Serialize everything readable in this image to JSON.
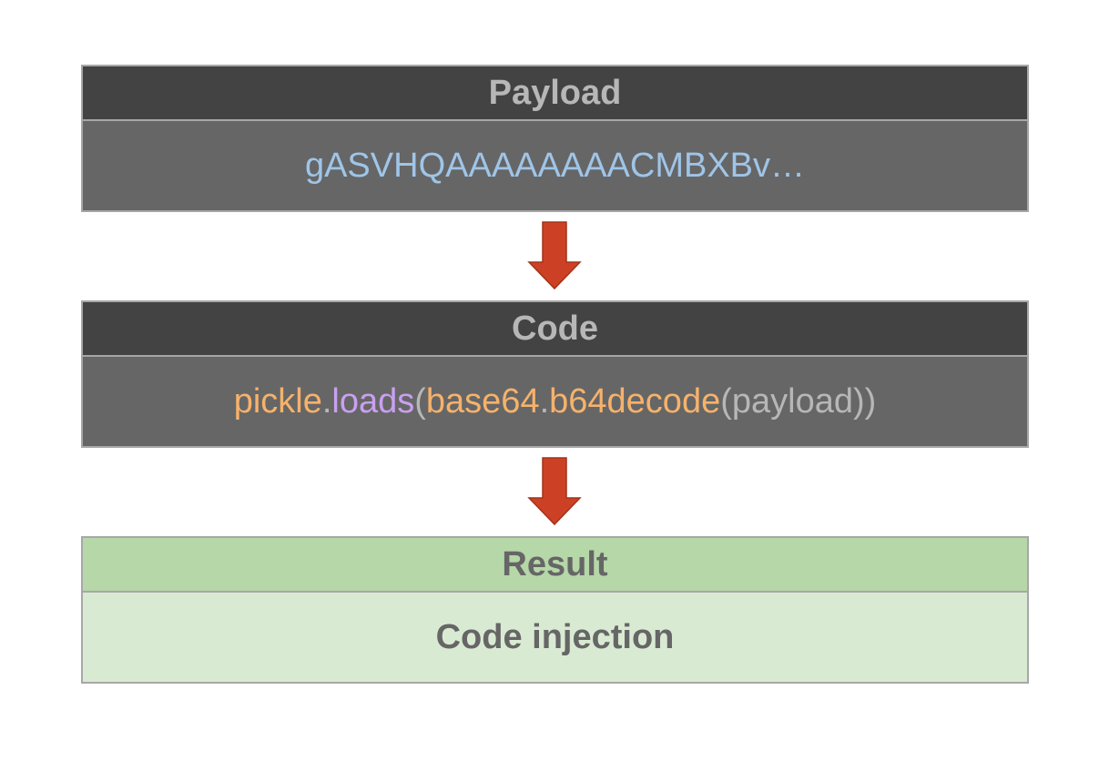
{
  "blocks": {
    "payload": {
      "title": "Payload",
      "value": "gASVHQAAAAAAAACMBXBv…"
    },
    "code": {
      "title": "Code",
      "tokens": {
        "module1": "pickle",
        "dot1": ".",
        "func1": "loads",
        "paren_open1": "(",
        "module2": "base64",
        "dot2": ".",
        "func2": "b64decode",
        "paren_open2": "(",
        "arg": "payload",
        "paren_close": "))"
      }
    },
    "result": {
      "title": "Result",
      "value": "Code injection"
    }
  },
  "colors": {
    "header_dark": "#434343",
    "body_dark": "#666666",
    "header_green": "#b6d7a8",
    "body_green": "#d9ead3",
    "arrow": "#cc4125",
    "payload_text": "#9fc5e8",
    "code_module": "#f6b26b",
    "code_function": "#c9a0f0",
    "code_punctuation": "#b7b7b7"
  },
  "icons": {
    "arrow": "arrow-down-icon"
  }
}
